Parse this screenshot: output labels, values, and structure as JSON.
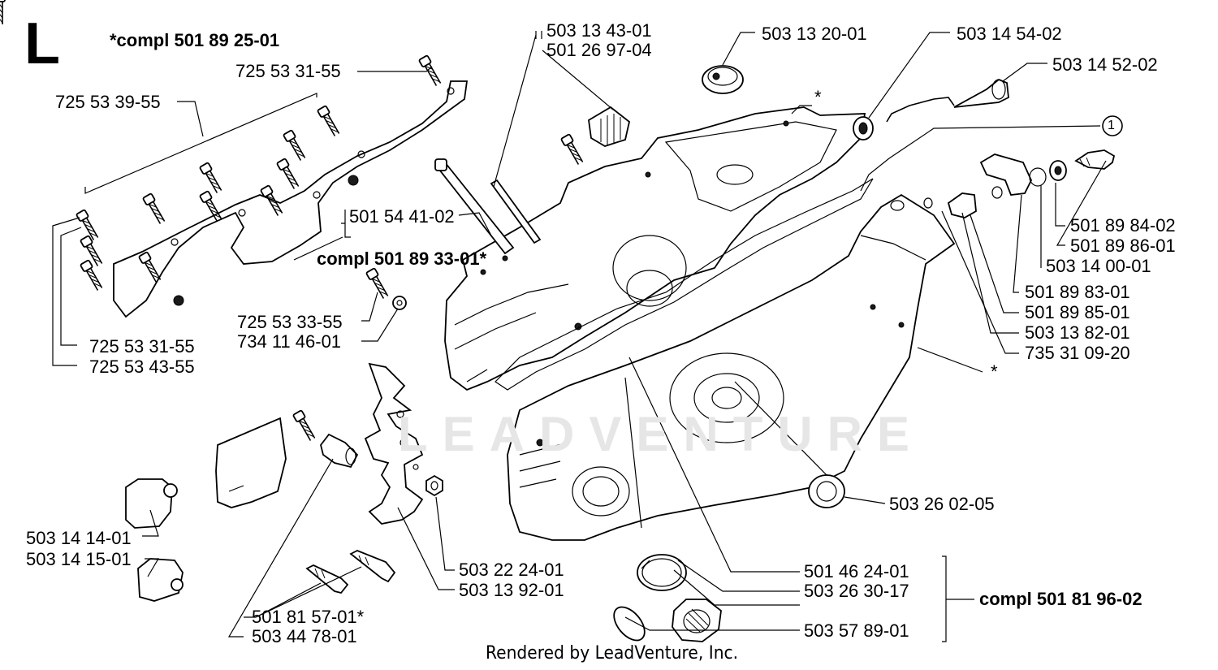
{
  "section_letter": "L",
  "footer": "Rendered by LeadVenture, Inc.",
  "watermark": "LEADVENTURE",
  "callout_marker": "1",
  "labels": {
    "compl_501_89_25_01": "*compl 501 89 25-01",
    "p725_53_31_55_top": "725 53 31-55",
    "p725_53_39_55": "725 53 39-55",
    "p503_13_43_01": "503 13 43-01",
    "p501_26_97_04": "501 26 97-04",
    "p503_13_20_01": "503 13 20-01",
    "p503_14_54_02": "503 14 54-02",
    "p503_14_52_02": "503 14 52-02",
    "p501_54_41_02": "501 54 41-02",
    "compl_501_89_33_01": "compl 501 89 33-01*",
    "p725_53_33_55": "725 53 33-55",
    "p734_11_46_01": "734 11 46-01",
    "p725_53_31_55_bottom": "725 53 31-55",
    "p725_53_43_55": "725 53 43-55",
    "p501_89_84_02": "501 89 84-02",
    "p501_89_86_01": "501 89 86-01",
    "p503_14_00_01": "503 14 00-01",
    "p501_89_83_01": "501 89 83-01",
    "p501_89_85_01": "501 89 85-01",
    "p503_13_82_01": "503 13 82-01",
    "p735_31_09_20": "735 31 09-20",
    "star_top": "*",
    "star_right": "*",
    "p503_26_02_05": "503 26 02-05",
    "p503_14_14_01": "503 14 14-01",
    "p503_14_15_01": "503 14 15-01",
    "p503_22_24_01": "503 22 24-01",
    "p503_13_92_01": "503 13 92-01",
    "p501_81_57_01": "501 81 57-01*",
    "p503_44_78_01": "503 44 78-01",
    "p501_46_24_01": "501 46 24-01",
    "p503_26_30_17": "503 26 30-17",
    "p503_57_89_01": "503 57 89-01",
    "compl_501_81_96_02": "compl 501 81 96-02"
  }
}
